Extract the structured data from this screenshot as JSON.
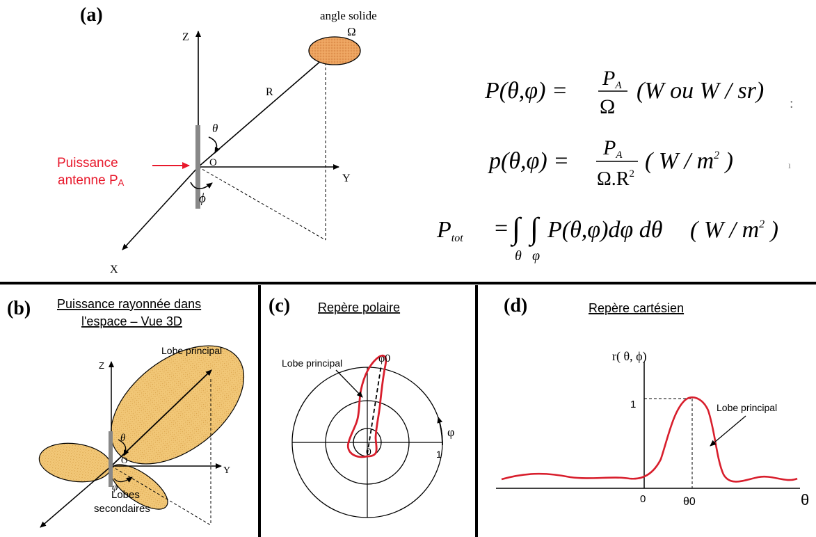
{
  "colors": {
    "stroke": "#000000",
    "accent_red": "#e8192c",
    "lobe_fill": "#f0c36a",
    "lobe_fill_dark": "#e8a75a",
    "antenna_gray": "#888888"
  },
  "panel_a": {
    "label": "(a)",
    "axis_z": "Z",
    "axis_y": "Y",
    "axis_x": "X",
    "origin": "O",
    "radius": "R",
    "theta": "θ",
    "phi": "ϕ",
    "solid_angle_label": "angle solide",
    "solid_angle_symbol": "Ω",
    "power_label_line1": "Puissance",
    "power_label_line2": "antenne  P",
    "power_label_sub": "A"
  },
  "formulas": {
    "f1": {
      "lhs": "P(θ,φ)",
      "num": "P",
      "num_sub": "A",
      "den": "Ω",
      "unit": "(W ou W / sr)"
    },
    "f2": {
      "lhs": "p(θ,φ)",
      "num": "P",
      "num_sub": "A",
      "den": "Ω.R",
      "den_sup": "2",
      "unit": "( W / m",
      "unit_sup": "2",
      "unit_end": " )"
    },
    "f3": {
      "lhs": "P",
      "lhs_sub": "tot",
      "eq": "=",
      "body": "P(θ,φ)dφ dθ",
      "int_sub1": "θ",
      "int_sub2": "φ",
      "unit": "( W / m",
      "unit_sup": "2",
      "unit_end": " )"
    }
  },
  "panel_b": {
    "label": "(b)",
    "title_line1": "Puissance rayonnée dans",
    "title_line2": "l'espace – Vue 3D",
    "main_lobe": "Lobe principal",
    "side_lobes_1": "Lobes",
    "side_lobes_2": "secondaires",
    "axis_z": "Z",
    "axis_y": "Y",
    "origin": "O",
    "theta": "θ",
    "phi": "φ"
  },
  "panel_c": {
    "label": "(c)",
    "title": "Repère polaire",
    "main_lobe": "Lobe principal",
    "phi0": "φ0",
    "phi": "φ",
    "zero": "0",
    "one": "1"
  },
  "panel_d": {
    "label": "(d)",
    "title": "Repère cartésien",
    "ylabel": "r( θ, ϕ)",
    "main_lobe": "Lobe principal",
    "y_one": "1",
    "x_zero": "0",
    "x_theta0": "θ0",
    "x_theta": "θ"
  }
}
